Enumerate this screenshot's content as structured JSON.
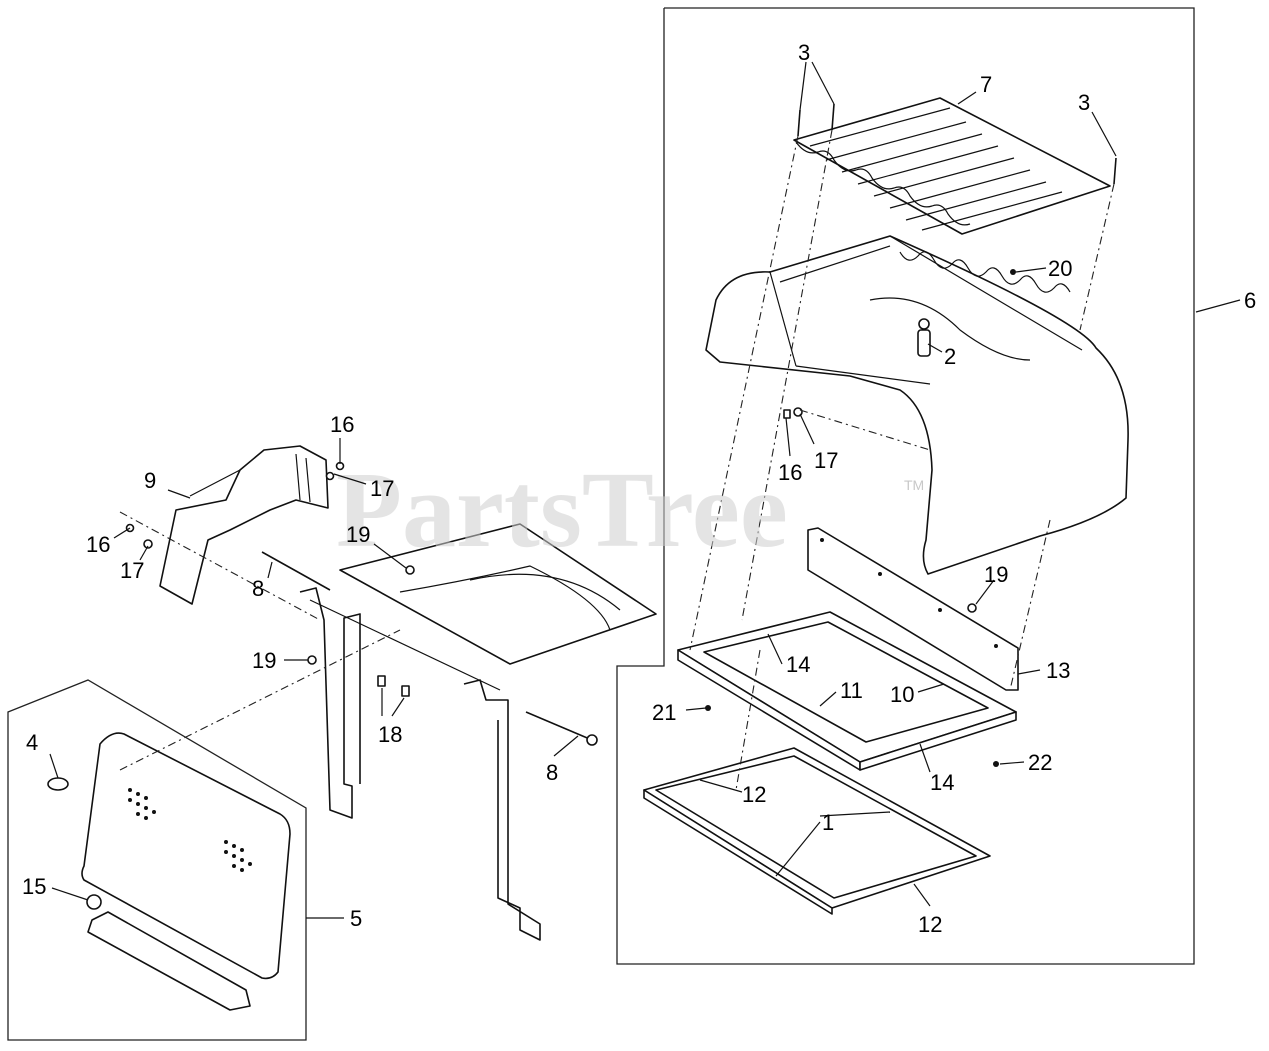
{
  "watermark": {
    "text": "PartsTree",
    "trademark": "TM"
  },
  "callouts": {
    "c1": "1",
    "c2": "2",
    "c3a": "3",
    "c3b": "3",
    "c4": "4",
    "c5": "5",
    "c6": "6",
    "c7": "7",
    "c8a": "8",
    "c8b": "8",
    "c9": "9",
    "c10": "10",
    "c11": "11",
    "c12a": "12",
    "c12b": "12",
    "c13": "13",
    "c14a": "14",
    "c14b": "14",
    "c15": "15",
    "c16a": "16",
    "c16b": "16",
    "c16c": "16",
    "c17a": "17",
    "c17b": "17",
    "c17c": "17",
    "c18": "18",
    "c19a": "19",
    "c19b": "19",
    "c19c": "19",
    "c20": "20",
    "c21": "21",
    "c22": "22"
  },
  "colors": {
    "line": "#111111",
    "background": "#ffffff",
    "watermark": "#cfcfcf"
  }
}
